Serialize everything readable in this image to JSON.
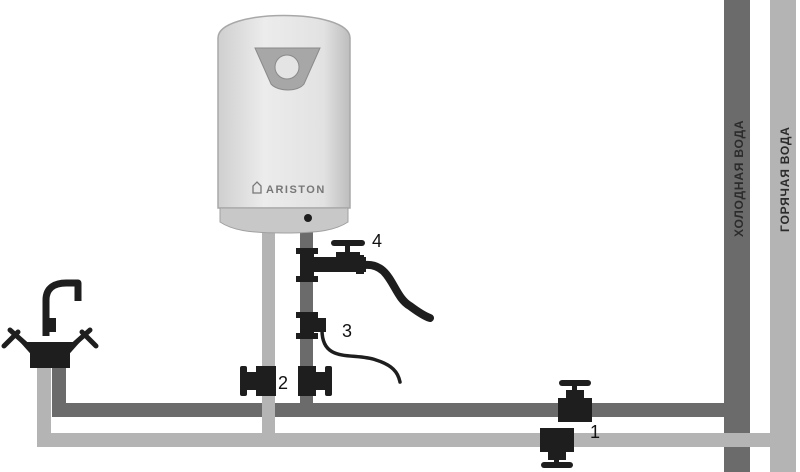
{
  "heater": {
    "brand": "ARISTON"
  },
  "labels": {
    "cold_water": "ХОЛОДНАЯ ВОДА",
    "hot_water": "ГОРЯЧАЯ ВОДА"
  },
  "callouts": [
    "1",
    "2",
    "3",
    "4"
  ],
  "colors": {
    "cold_pipe": "#6b6b6b",
    "hot_pipe": "#b4b4b4",
    "fitting": "#1e1e1e",
    "heater_body": "#e6e6e6",
    "heater_base": "#c8c8c8"
  }
}
